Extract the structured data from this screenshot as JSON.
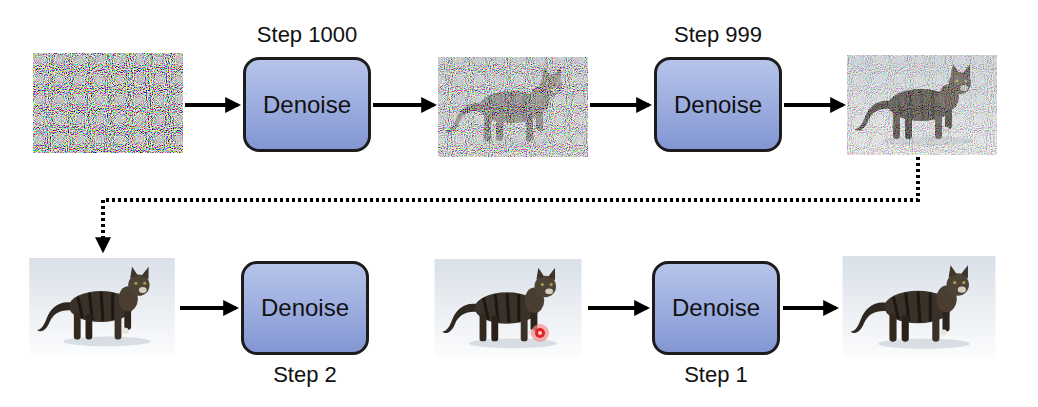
{
  "diagram": {
    "nodes": [
      {
        "text": [
          "Step 1000",
          "Denoise"
        ]
      },
      {
        "text": [
          "Step 999",
          "Denoise"
        ]
      },
      {
        "text": [
          "Denoise",
          "Step 2"
        ]
      },
      {
        "text": [
          "Denoise",
          "Step 1"
        ]
      }
    ]
  }
}
